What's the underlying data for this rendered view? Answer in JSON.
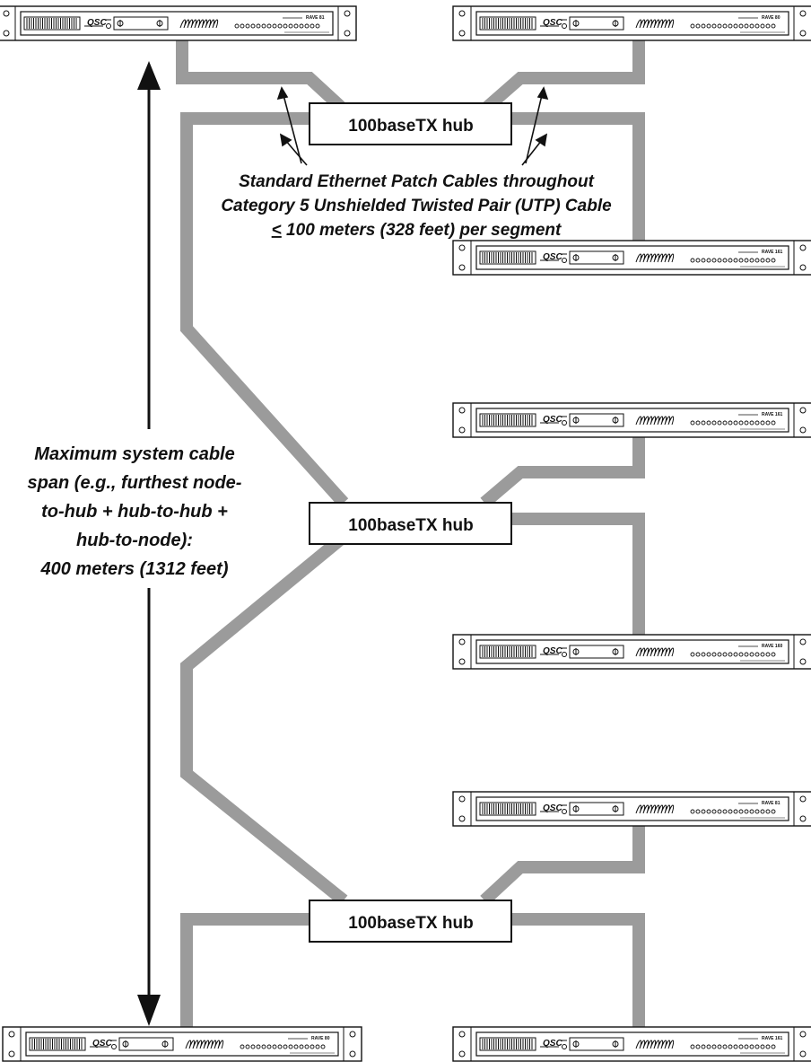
{
  "hubs": [
    {
      "label": "100baseTX hub"
    },
    {
      "label": "100baseTX hub"
    },
    {
      "label": "100baseTX hub"
    }
  ],
  "cable_note": {
    "line1": "Standard Ethernet Patch Cables throughout",
    "line2": "Category 5 Unshielded Twisted Pair (UTP) Cable",
    "line3_symbol": "<",
    "line3_rest": " 100 meters (328 feet) per segment"
  },
  "span_note": {
    "lines": [
      "Maximum system cable",
      "span (e.g., furthest node-",
      "to-hub + hub-to-hub +",
      "hub-to-node):",
      "400 meters (1312 feet)"
    ]
  },
  "devices": [
    {
      "brand": "QSC",
      "model": "RAVE 81"
    },
    {
      "brand": "QSC",
      "model": "RAVE 80"
    },
    {
      "brand": "QSC",
      "model": "RAVE 161"
    },
    {
      "brand": "QSC",
      "model": "RAVE 161"
    },
    {
      "brand": "QSC",
      "model": "RAVE 160"
    },
    {
      "brand": "QSC",
      "model": "RAVE 81"
    },
    {
      "brand": "QSC",
      "model": "RAVE 80"
    },
    {
      "brand": "QSC",
      "model": "RAVE 161"
    }
  ],
  "colors": {
    "cable": "#9b9b9b",
    "ink": "#111111",
    "panel": "#ffffff"
  }
}
